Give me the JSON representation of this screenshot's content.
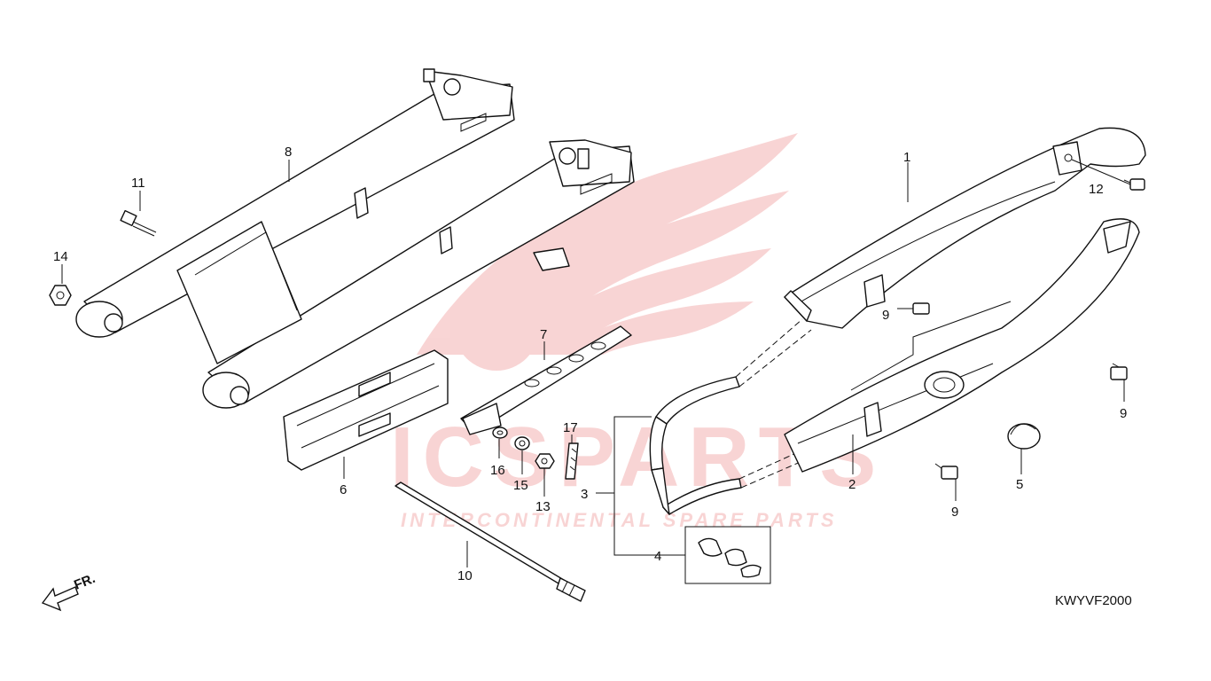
{
  "watermark": {
    "brand": "ICSPARTS",
    "tagline": "INTERCONTINENTAL SPARE PARTS",
    "color": "#e34040"
  },
  "diagram_code": "KWYVF2000",
  "direction_marker": "FR.",
  "callouts": [
    {
      "id": "c1",
      "text": "1"
    },
    {
      "id": "c2",
      "text": "2"
    },
    {
      "id": "c3",
      "text": "3"
    },
    {
      "id": "c4",
      "text": "4"
    },
    {
      "id": "c5",
      "text": "5"
    },
    {
      "id": "c6",
      "text": "6"
    },
    {
      "id": "c7",
      "text": "7"
    },
    {
      "id": "c8",
      "text": "8"
    },
    {
      "id": "c9a",
      "text": "9"
    },
    {
      "id": "c9b",
      "text": "9"
    },
    {
      "id": "c9c",
      "text": "9"
    },
    {
      "id": "c10",
      "text": "10"
    },
    {
      "id": "c11",
      "text": "11"
    },
    {
      "id": "c12",
      "text": "12"
    },
    {
      "id": "c13",
      "text": "13"
    },
    {
      "id": "c14",
      "text": "14"
    },
    {
      "id": "c15",
      "text": "15"
    },
    {
      "id": "c16",
      "text": "16"
    },
    {
      "id": "c17",
      "text": "17"
    }
  ]
}
